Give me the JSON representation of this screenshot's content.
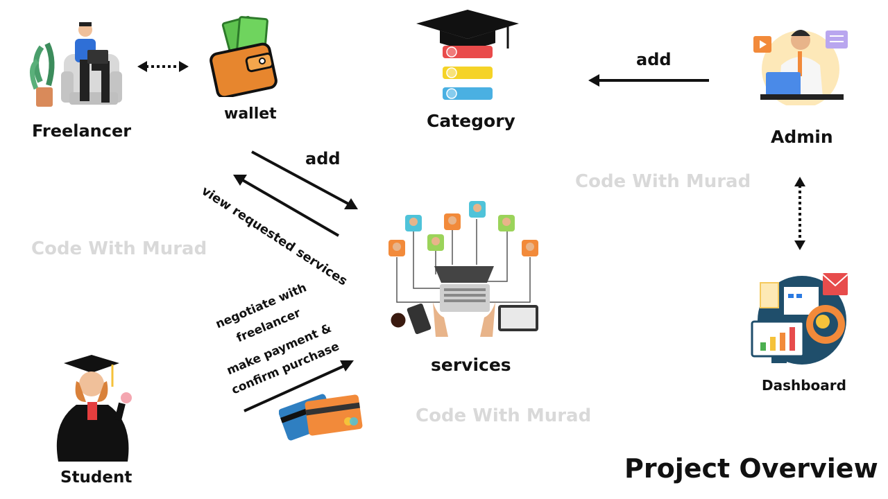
{
  "nodes": {
    "freelancer": "Freelancer",
    "wallet": "wallet",
    "category": "Category",
    "admin": "Admin",
    "services": "services",
    "dashboard": "Dashboard",
    "student": "Student"
  },
  "edges": {
    "add_wallet_services": "add",
    "view_requested": "view requested services",
    "negotiate_1": "negotiate with",
    "negotiate_2": "freelancer",
    "payment_1": "make payment &",
    "payment_2": "confirm purchase",
    "add_admin_category": "add"
  },
  "watermark": "Code With Murad",
  "title": "Project Overview",
  "illustration_icons": [
    "freelancer-figure-icon",
    "wallet-icon",
    "graduation-category-icon",
    "admin-figure-icon",
    "services-network-icon",
    "dashboard-icon",
    "student-figure-icon",
    "credit-cards-icon"
  ]
}
